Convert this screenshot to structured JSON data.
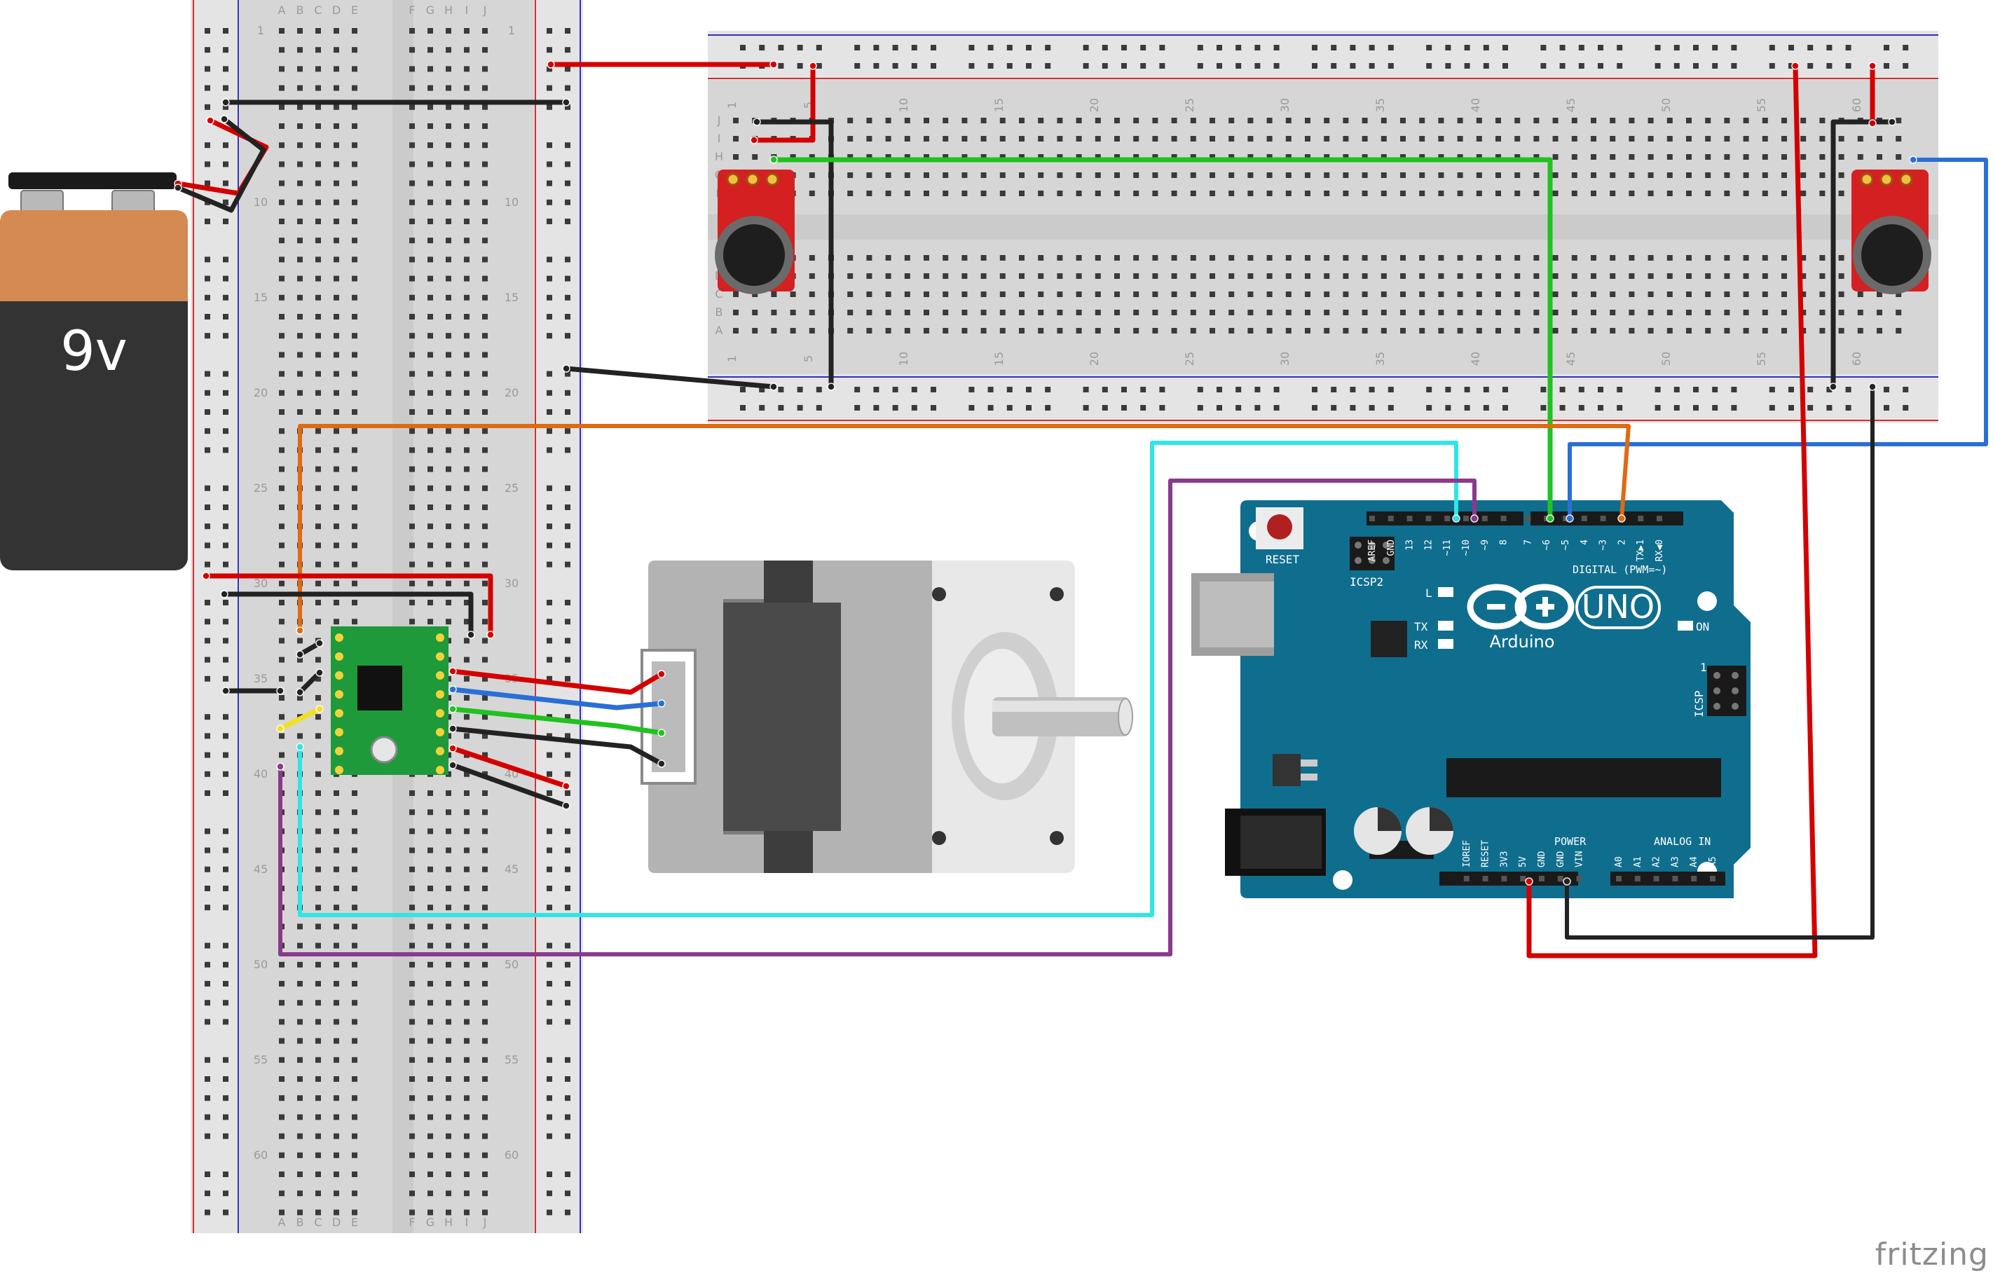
{
  "battery": {
    "label": "9v"
  },
  "arduino": {
    "brand": "Arduino",
    "model": "UNO",
    "reset_label": "RESET",
    "icsp2_label": "ICSP2",
    "icsp_label": "ICSP",
    "digital_label": "DIGITAL (PWM=~)",
    "power_label": "POWER",
    "analog_label": "ANALOG IN",
    "led_l": "L",
    "led_tx": "TX",
    "led_rx": "RX",
    "led_on": "ON",
    "icsp_pin1": "1",
    "top_pins": [
      "AREF",
      "GND",
      "13",
      "12",
      "~11",
      "~10",
      "~9",
      "8",
      "7",
      "~6",
      "~5",
      "4",
      "~3",
      "2",
      "TX▶1",
      "RX◀0"
    ],
    "power_pins": [
      "IOREF",
      "RESET",
      "3V3",
      "5V",
      "GND",
      "GND",
      "VIN"
    ],
    "analog_pins": [
      "A0",
      "A1",
      "A2",
      "A3",
      "A4",
      "A5"
    ]
  },
  "breadboard_vertical": {
    "col_letters": [
      "A",
      "B",
      "C",
      "D",
      "E",
      "F",
      "G",
      "H",
      "I",
      "J"
    ],
    "row_numbers": [
      "1",
      "10",
      "15",
      "20",
      "25",
      "30",
      "35",
      "40",
      "45",
      "50",
      "55",
      "60"
    ]
  },
  "breadboard_horizontal": {
    "row_letters_top": [
      "J",
      "I",
      "H",
      "G",
      "F"
    ],
    "row_letters_bottom": [
      "E",
      "D",
      "C",
      "B",
      "A"
    ],
    "col_numbers": [
      "1",
      "5",
      "10",
      "15",
      "20",
      "25",
      "30",
      "35",
      "40",
      "45",
      "50",
      "55",
      "60"
    ]
  },
  "watermark": "fritzing",
  "colors": {
    "wire_red": "#d40000",
    "wire_black": "#222222",
    "wire_green": "#1fc21f",
    "wire_blue": "#2a6fd6",
    "wire_cyan": "#2ee6e6",
    "wire_purple": "#8a3a8e",
    "wire_orange": "#e06a10",
    "arduino_board": "#0f6e8e",
    "sensor_board": "#d42020",
    "driver_board": "#1e9a3a"
  }
}
